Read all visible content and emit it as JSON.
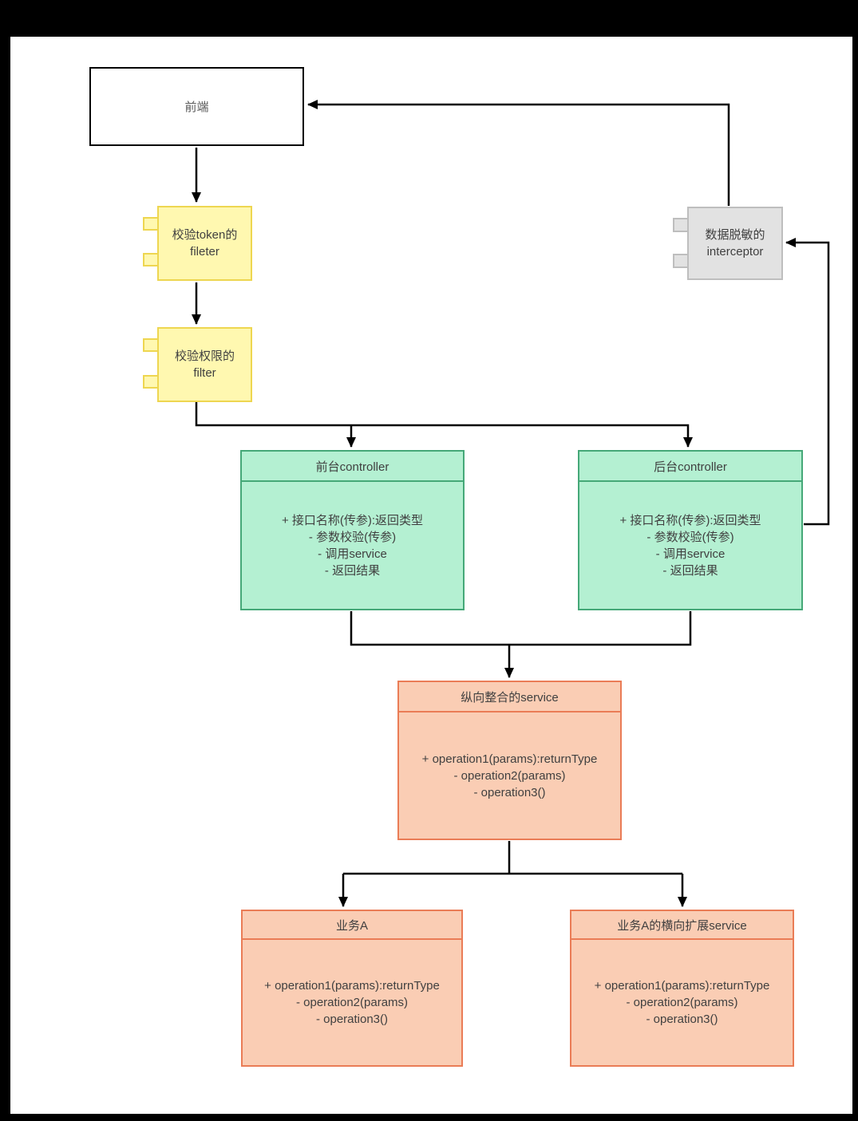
{
  "diagram": {
    "frontend": {
      "label": "前端"
    },
    "token_filter": {
      "line1": "校验token的",
      "line2": "fileter"
    },
    "permission_filter": {
      "line1": "校验权限的",
      "line2": "filter"
    },
    "interceptor": {
      "line1": "数据脱敏的",
      "line2": "interceptor"
    },
    "front_controller": {
      "title": "前台controller",
      "lines": [
        "+ 接口名称(传参):返回类型",
        "- 参数校验(传参)",
        "- 调用service",
        "- 返回结果"
      ]
    },
    "back_controller": {
      "title": "后台controller",
      "lines": [
        "+ 接口名称(传参):返回类型",
        "- 参数校验(传参)",
        "- 调用service",
        "- 返回结果"
      ]
    },
    "vertical_service": {
      "title": "纵向整合的service",
      "lines": [
        "+ operation1(params):returnType",
        "- operation2(params)",
        "- operation3()"
      ]
    },
    "biz_a": {
      "title": "业务A",
      "lines": [
        "+ operation1(params):returnType",
        "- operation2(params)",
        "- operation3()"
      ]
    },
    "biz_a_ext": {
      "title": "业务A的横向扩展service",
      "lines": [
        "+ operation1(params):returnType",
        "- operation2(params)",
        "- operation3()"
      ]
    }
  },
  "colors": {
    "frame": "#000000",
    "canvas": "#FFFFFF",
    "line": "#000000",
    "text": "#404040",
    "frontend_text": "#595959",
    "yellow_fill": "#FFF8B0",
    "yellow_border": "#EED650",
    "green_fill": "#B4F0D2",
    "green_border": "#45A878",
    "orange_fill": "#FACDB4",
    "orange_border": "#EA7C56",
    "gray_fill": "#E2E2E2",
    "gray_border": "#BEBEBE"
  }
}
